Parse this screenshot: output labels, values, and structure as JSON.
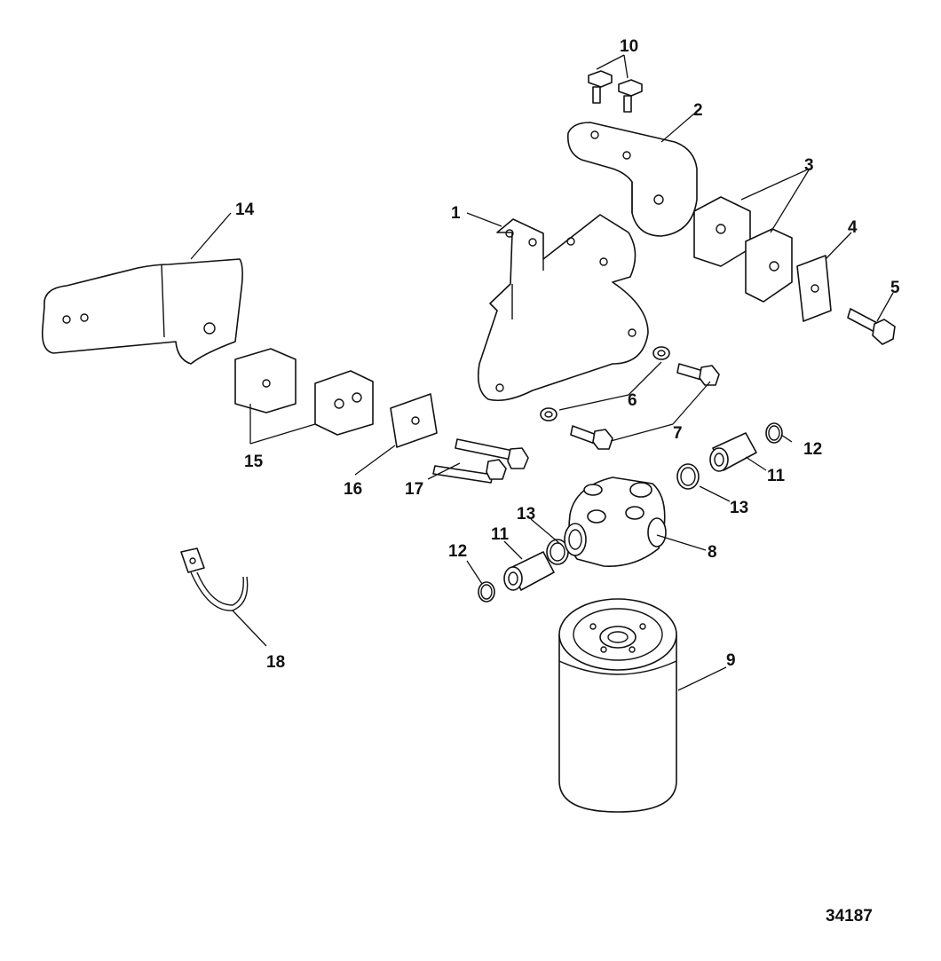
{
  "figure_number": "34187",
  "callouts": {
    "c1": "1",
    "c2": "2",
    "c3": "3",
    "c4": "4",
    "c5": "5",
    "c6": "6",
    "c7": "7",
    "c8": "8",
    "c9": "9",
    "c10": "10",
    "c11a": "11",
    "c11b": "11",
    "c12a": "12",
    "c12b": "12",
    "c13a": "13",
    "c13b": "13",
    "c14": "14",
    "c15": "15",
    "c16": "16",
    "c17": "17",
    "c18": "18"
  }
}
